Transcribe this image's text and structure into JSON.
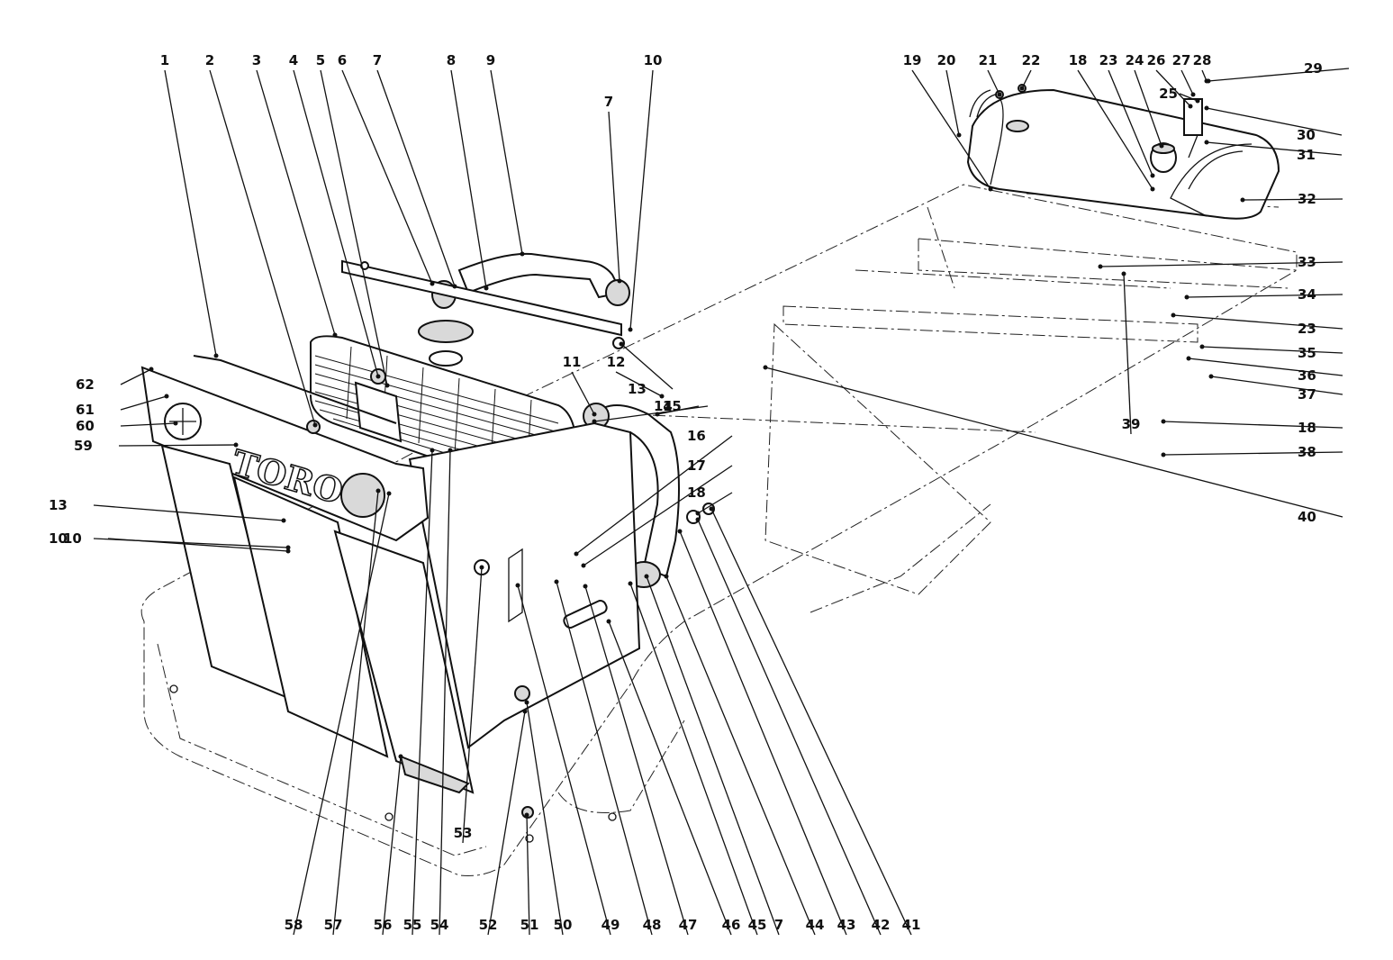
{
  "diagram": {
    "brand_text": "TORO",
    "callouts": [
      "1",
      "2",
      "3",
      "4",
      "5",
      "6",
      "7",
      "8",
      "9",
      "10",
      "7",
      "10",
      "11",
      "12",
      "13",
      "14",
      "15",
      "16",
      "17",
      "18",
      "13",
      "10",
      "19",
      "20",
      "21",
      "22",
      "18",
      "23",
      "24",
      "26",
      "27",
      "28",
      "25",
      "29",
      "30",
      "31",
      "32",
      "33",
      "34",
      "23",
      "35",
      "36",
      "37",
      "39",
      "18",
      "38",
      "40",
      "41",
      "42",
      "43",
      "44",
      "7",
      "45",
      "46",
      "47",
      "48",
      "49",
      "50",
      "51",
      "52",
      "53",
      "54",
      "55",
      "56",
      "57",
      "58",
      "59",
      "60",
      "61",
      "62"
    ]
  }
}
